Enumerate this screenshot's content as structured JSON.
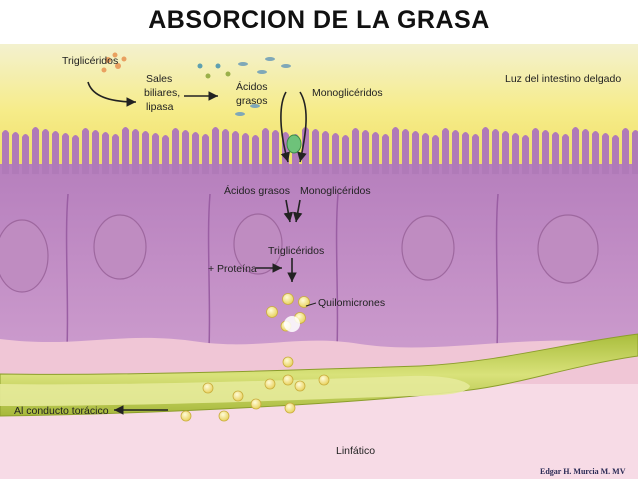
{
  "title": "ABSORCION DE LA GRASA",
  "labels": {
    "trigliceridos_top": "Triglicéridos",
    "sales_line1": "Sales",
    "sales_line2": "biliares,",
    "sales_line3": "lipasa",
    "acidos_line1": "Ácidos",
    "acidos_line2": "grasos",
    "monogliceridos_top": "Monoglicéridos",
    "luz_intestino": "Luz del intestino delgado",
    "acidos_grasos_mid": "Ácidos grasos",
    "monogliceridos_mid": "Monoglicéridos",
    "trigliceridos_mid": "Triglicéridos",
    "proteina": "+ Proteína",
    "quilomicrones": "Quilomicrones",
    "conducto_toracico": "Al conducto torácico",
    "linfatico": "Linfático"
  },
  "credit": "Edgar H. Murcia M.  MV",
  "colors": {
    "lumen_yellow": "#f6ec8a",
    "villi_purple": "#b07ab8",
    "cell_purple": "#c793c8",
    "nucleus": "#b385b6",
    "basement_pink": "#f0c6d6",
    "lymph_green": "#c4d458",
    "lymph_inner": "#e6ea9a",
    "chylomicron": "#f2e07a",
    "arrow": "#222222"
  }
}
